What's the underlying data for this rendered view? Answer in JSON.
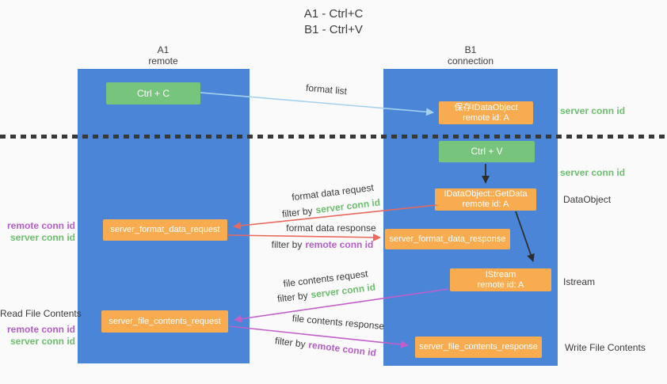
{
  "title": {
    "line1": "A1 - Ctrl+C",
    "line2": "B1 - Ctrl+V"
  },
  "lanes": {
    "a": {
      "name": "A1",
      "subtitle": "remote"
    },
    "b": {
      "name": "B1",
      "subtitle": "connection"
    }
  },
  "boxes": {
    "ctrl_c": {
      "label": "Ctrl + C"
    },
    "save_idataobject": {
      "line1": "保存IDataObject",
      "line2": "remote id: A"
    },
    "ctrl_v": {
      "label": "Ctrl + V"
    },
    "getdata": {
      "line1": "IDataObject::GetData",
      "line2": "remote id: A"
    },
    "format_request": {
      "label": "server_format_data_request"
    },
    "format_response": {
      "label": "server_format_data_response"
    },
    "istream": {
      "line1": "IStream",
      "line2": "remote id: A"
    },
    "file_request": {
      "label": "server_file_contents_request"
    },
    "file_response": {
      "label": "server_file_contents_response"
    }
  },
  "arrow_labels": {
    "format_list": "format list",
    "format_data_request": "format data request",
    "format_data_response": "format data response",
    "file_contents_request": "file contents request",
    "file_contents_response": "file contents response",
    "filter_by": "filter by",
    "server_conn_id": "server conn id",
    "remote_conn_id": "remote conn id"
  },
  "side_labels": {
    "server_conn_id_top": "server conn id",
    "server_conn_id_mid": "server conn id",
    "dataobject": "DataObject",
    "istream": "Istream",
    "write_file_contents": "Write File Contents",
    "read_file_contents": "Read File Contents",
    "remote_conn_id": "remote conn id",
    "server_conn_id": "server conn id"
  },
  "colors": {
    "background": "#FAFAFA",
    "lane_blue": "#4A85D8",
    "box_green": "#77C47D",
    "box_orange": "#F9AB4F",
    "text_green": "#6DBE6E",
    "text_purple": "#B45EC8",
    "arrow_red": "#E9695E",
    "arrow_magenta": "#C35FC8",
    "arrow_light_blue": "#A5D2EF",
    "arrow_black": "#2E2E2E",
    "text_dark": "#3B3B3B"
  }
}
